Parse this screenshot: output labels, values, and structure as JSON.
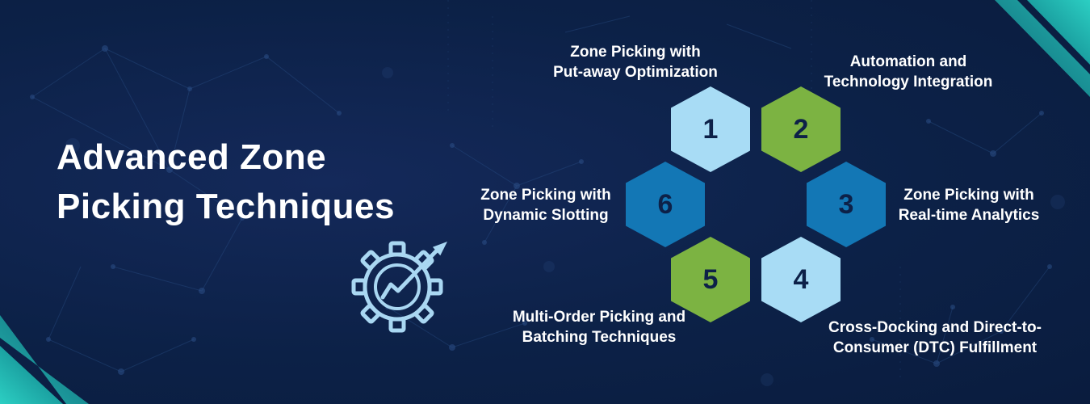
{
  "title": {
    "lines": [
      "Advanced Zone",
      "Picking Techniques"
    ]
  },
  "icon": {
    "name": "gear-growth-chart-icon"
  },
  "colors": {
    "background": "#0c2147",
    "title_text": "#ffffff",
    "label_text": "#ffffff",
    "number_text": "#0d2148",
    "hex_light_blue": "#a8dcf5",
    "hex_green": "#7cb342",
    "hex_medium_blue": "#1377b5",
    "icon_blue": "#a9d7f2",
    "accent_dark": "#0a7480",
    "accent_bright": "#2ccfc3"
  },
  "hexagons": [
    {
      "number": "1",
      "color": "#a8dcf5",
      "label_lines": [
        "Zone Picking with",
        "Put-away Optimization"
      ]
    },
    {
      "number": "2",
      "color": "#7cb342",
      "label_lines": [
        "Automation and",
        "Technology Integration"
      ]
    },
    {
      "number": "3",
      "color": "#1377b5",
      "label_lines": [
        "Zone Picking with",
        "Real-time Analytics"
      ]
    },
    {
      "number": "4",
      "color": "#a8dcf5",
      "label_lines": [
        "Cross-Docking and Direct-to-",
        "Consumer (DTC) Fulfillment"
      ]
    },
    {
      "number": "5",
      "color": "#7cb342",
      "label_lines": [
        "Multi-Order Picking and",
        "Batching Techniques"
      ]
    },
    {
      "number": "6",
      "color": "#1377b5",
      "label_lines": [
        "Zone Picking with",
        "Dynamic Slotting"
      ]
    }
  ]
}
